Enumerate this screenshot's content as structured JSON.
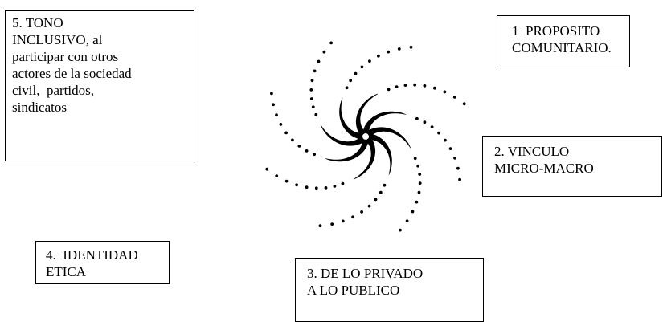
{
  "boxes": {
    "box5": {
      "lines": [
        "5. TONO",
        "INCLUSIVO, al",
        "participar con otros",
        "actores de la sociedad",
        "civil,  partidos,",
        "sindicatos"
      ]
    },
    "box1": {
      "lines": [
        "1  PROPOSITO",
        "COMUNITARIO."
      ]
    },
    "box2": {
      "lines": [
        "2. VINCULO",
        "MICRO-MACRO"
      ]
    },
    "box4": {
      "lines": [
        "4.  IDENTIDAD",
        "ETICA"
      ]
    },
    "box3": {
      "lines": [
        "3. DE LO PRIVADO",
        "A LO PUBLICO"
      ]
    }
  },
  "colors": {
    "ink": "#000000",
    "background": "#ffffff"
  },
  "center_graphic": {
    "icon": "swirl-dotted-pinwheel-icon",
    "arms": 8
  }
}
